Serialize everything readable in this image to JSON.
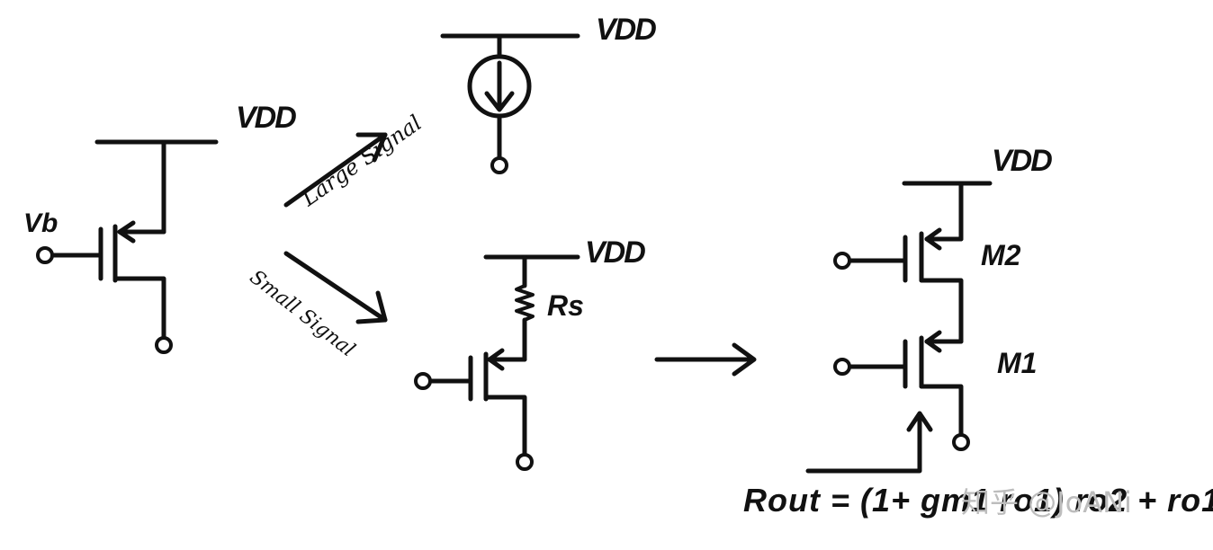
{
  "labels": {
    "vdd_left": "VDD",
    "vdd_top": "VDD",
    "vdd_mid": "VDD",
    "vdd_right": "VDD",
    "vb": "Vb",
    "rs": "Rs",
    "m2": "M2",
    "m1": "M1",
    "large_signal": "Large Signal",
    "small_signal": "Small Signal"
  },
  "formula": "Rout = (1+ gm1 ro1) ro2 + ro1",
  "watermark": "知乎 @JoANi",
  "colors": {
    "ink": "#111111",
    "background": "#ffffff",
    "watermark": "#bdbdbd"
  }
}
